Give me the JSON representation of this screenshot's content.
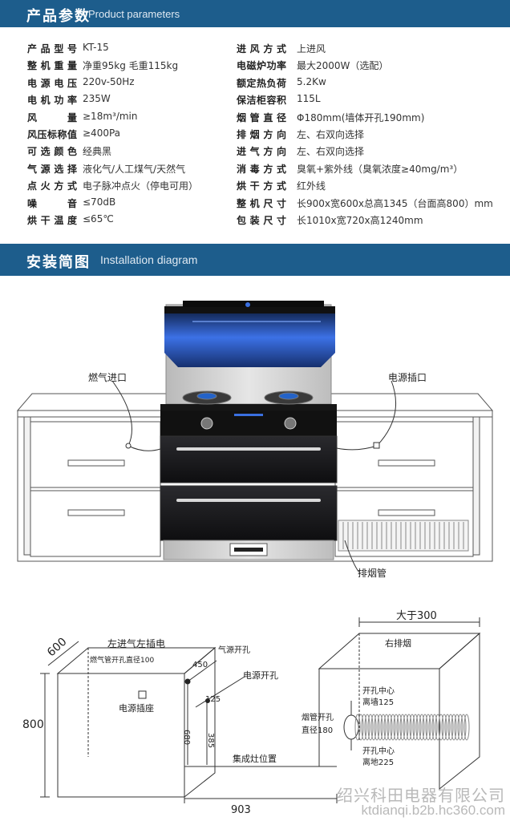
{
  "section1": {
    "title_cn": "产品参数",
    "title_en": "Product parameters"
  },
  "params_left": [
    {
      "label": "产品型号",
      "value": "KT-15"
    },
    {
      "label": "整机重量",
      "value": "净重95kg  毛重115kg"
    },
    {
      "label": "电源电压",
      "value": "220v-50Hz"
    },
    {
      "label": "电机功率",
      "value": "235W"
    },
    {
      "label": "风量",
      "value": "≥18m³/min"
    },
    {
      "label": "风压标称值",
      "value": "≥400Pa"
    },
    {
      "label": "可选颜色",
      "value": "经典黑"
    },
    {
      "label": "气源选择",
      "value": "液化气/人工煤气/天然气"
    },
    {
      "label": "点火方式",
      "value": "电子脉冲点火（停电可用）"
    },
    {
      "label": "噪音",
      "value": "≤70dB"
    },
    {
      "label": "烘干温度",
      "value": "≤65℃"
    }
  ],
  "params_right": [
    {
      "label": "进风方式",
      "value": "上进风"
    },
    {
      "label": "电磁炉功率",
      "value": "最大2000W（选配）"
    },
    {
      "label": "额定热负荷",
      "value": "5.2Kw"
    },
    {
      "label": "保洁柜容积",
      "value": "115L"
    },
    {
      "label": "烟管直径",
      "value": "Φ180mm(墙体开孔190mm)"
    },
    {
      "label": "排烟方向",
      "value": "左、右双向选择"
    },
    {
      "label": "进气方向",
      "value": "左、右双向选择"
    },
    {
      "label": "消毒方式",
      "value": "臭氧+紫外线（臭氧浓度≥40mg/m³）"
    },
    {
      "label": "烘干方式",
      "value": "红外线"
    },
    {
      "label": "整机尺寸",
      "value": "长900x宽600x总高1345（台面高800）mm"
    },
    {
      "label": "包装尺寸",
      "value": "长1010x宽720x高1240mm"
    }
  ],
  "section2": {
    "title_cn": "安装简图",
    "title_en": "Installation diagram"
  },
  "diagram_top": {
    "gas_inlet": "燃气进口",
    "power_socket": "电源插口",
    "exhaust_pipe": "排烟管"
  },
  "diagram_bottom": {
    "dim_600": "600",
    "dim_800": "800",
    "dim_903": "903",
    "left_note": "左进气左插电",
    "gas_hole_dia": "燃气管开孔直径100",
    "gas_hole": "气源开孔",
    "power_hole": "电源开孔",
    "dim_450": "450",
    "dim_125": "125",
    "dim_680": "680",
    "dim_385": "385",
    "power_socket": "电源插座",
    "stove_position": "集成灶位置",
    "over_300": "大于300",
    "right_exhaust": "右排烟",
    "hole_center_wall_1": "开孔中心",
    "hole_center_wall_2": "离墙125",
    "pipe_dia_1": "烟管开孔",
    "pipe_dia_2": "直径180",
    "hole_center_floor_1": "开孔中心",
    "hole_center_floor_2": "离地225"
  },
  "watermark": {
    "company": "绍兴科田电器有限公司",
    "site": "ktdianqi.b2b.hc360.com"
  },
  "colors": {
    "banner": "#1d5d8c",
    "glass": "#1a1a1c",
    "blue_light": "#3a6fe0",
    "steel": "#cfcfcf"
  }
}
